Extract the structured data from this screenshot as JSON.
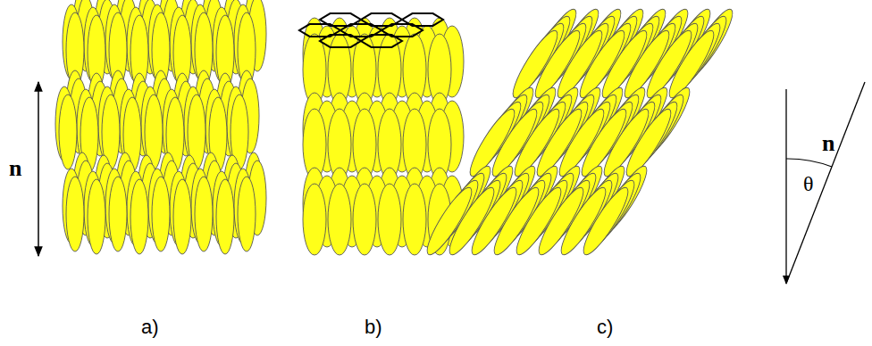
{
  "diagram": {
    "labels": [
      "n",
      "θ",
      "n",
      "a)",
      "b)",
      "c)"
    ]
  }
}
